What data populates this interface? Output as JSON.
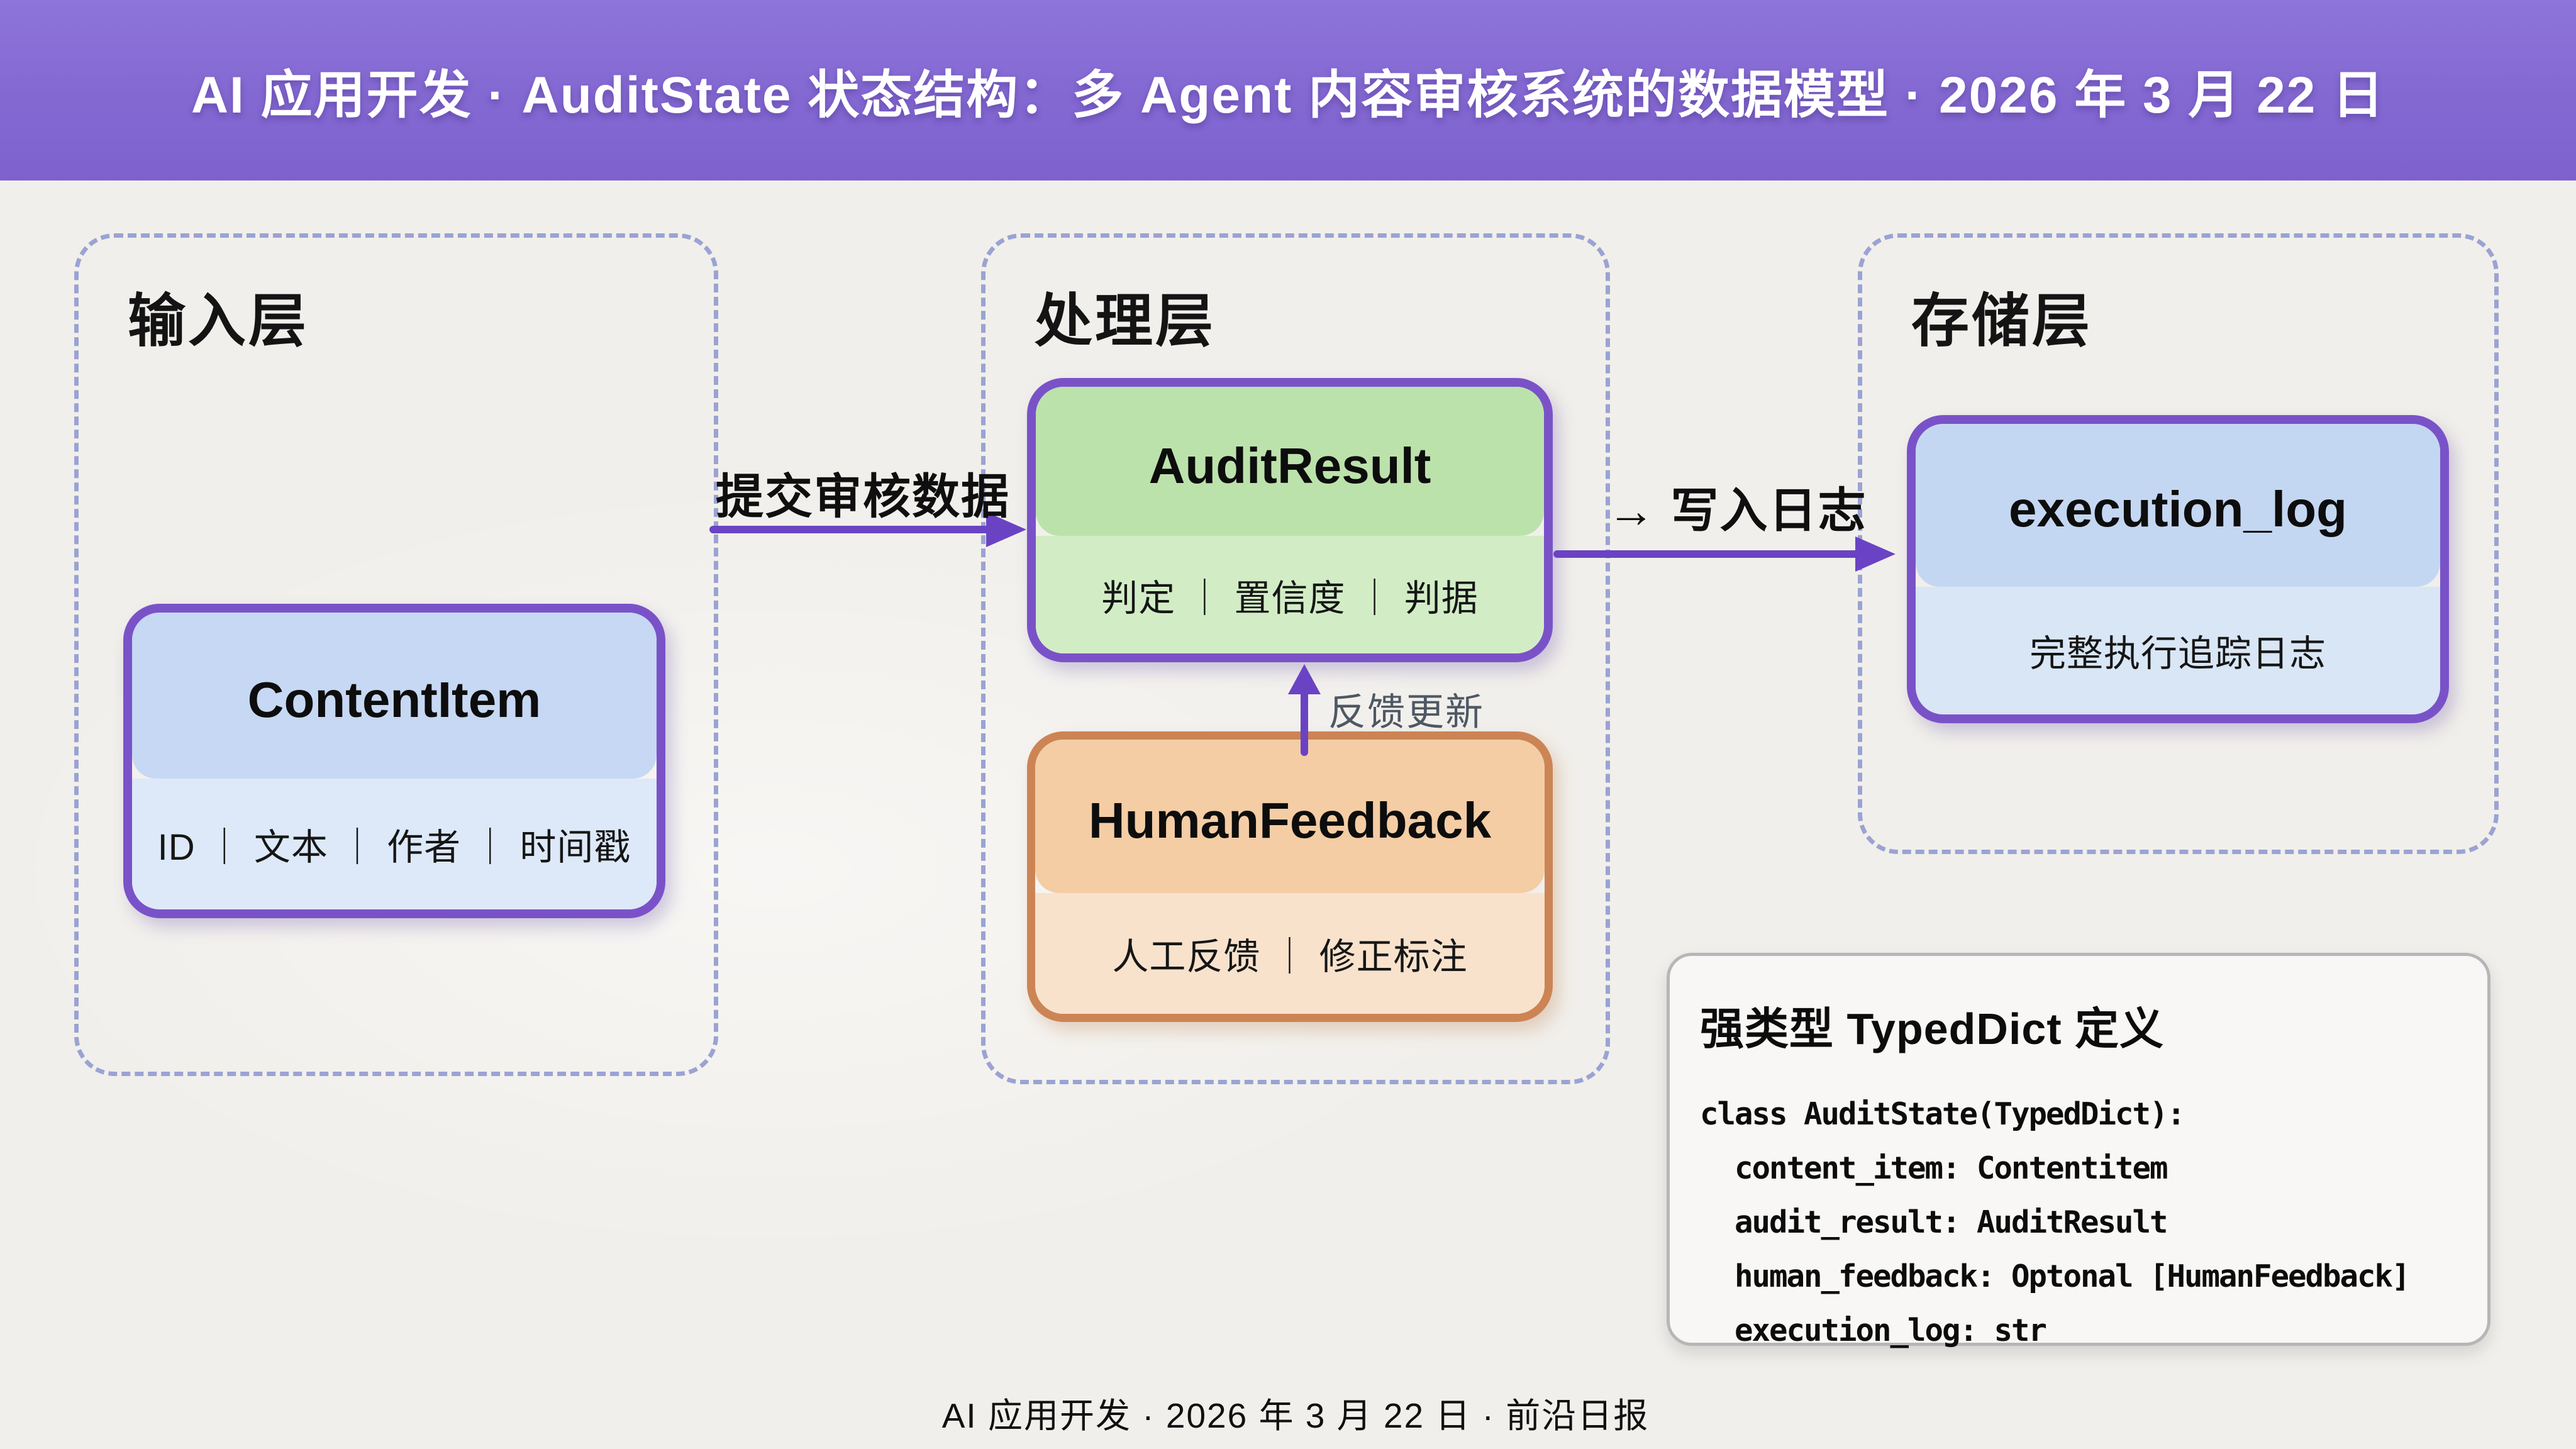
{
  "header": {
    "title": "AI 应用开发 · AuditState 状态结构：多 Agent 内容审核系统的数据模型 · 2026 年 3 月 22 日"
  },
  "layers": {
    "input": {
      "label": "输入层"
    },
    "process": {
      "label": "处理层"
    },
    "storage": {
      "label": "存储层"
    }
  },
  "entities": {
    "content_item": {
      "title": "ContentItem",
      "fields": "ID ｜ 文本 ｜ 作者 ｜ 时间戳"
    },
    "audit_result": {
      "title": "AuditResult",
      "fields": "判定 ｜ 置信度 ｜ 判据"
    },
    "human_feedback": {
      "title": "HumanFeedback",
      "fields": "人工反馈 ｜ 修正标注"
    },
    "execution_log": {
      "title": "execution_log",
      "fields": "完整执行追踪日志"
    }
  },
  "arrows": {
    "submit": {
      "label": "提交审核数据"
    },
    "write_log": {
      "label": "→ 写入日志"
    },
    "feedback": {
      "label": "反馈更新"
    }
  },
  "code_panel": {
    "title": "强类型 TypedDict 定义",
    "lines": [
      "class AuditState(TypedDict):",
      "  content_item: Contentitem",
      "  audit_result: AuditResult",
      "  human_feedback: Optonal [HumanFeedback]",
      "  execution_log: str"
    ]
  },
  "footer": {
    "text": "AI 应用开发 · 2026 年 3 月 22 日 · 前沿日报"
  },
  "colors": {
    "header_purple": "#8468d2",
    "page_background": "#f1efeb",
    "dashed_border": "#9aa3d3",
    "entity_purple_border": "#7a52c8",
    "entity_orange_border": "#cc8455",
    "arrow_purple": "#6a43c4",
    "blue_top": "#c6d8f3",
    "blue_bottom": "#dde9f8",
    "green_top": "#bce2ab",
    "green_bottom": "#d2edc6",
    "orange_top": "#f4cda5",
    "orange_bottom": "#f8e2cc",
    "panel_background": "#f8f7f5",
    "panel_border": "#b6b6b8",
    "feedback_label_gray": "#4d5863"
  }
}
